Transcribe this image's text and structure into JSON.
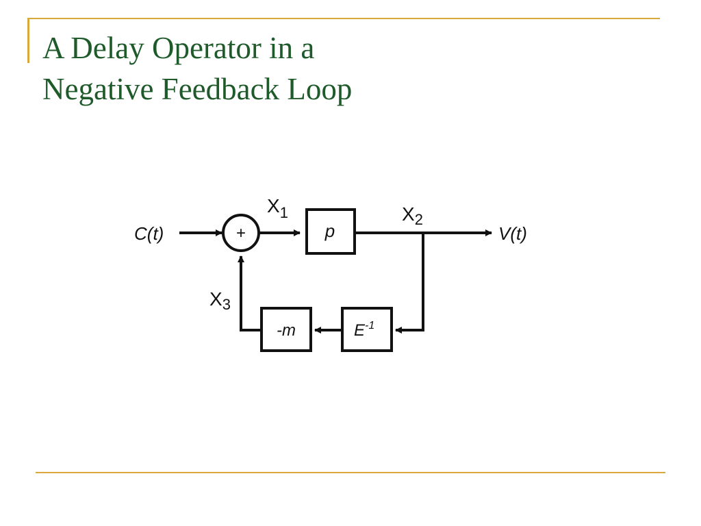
{
  "title": {
    "line1": "A Delay Operator in a",
    "line2": "Negative Feedback Loop"
  },
  "colors": {
    "title": "#1f5a2a",
    "rule": "#d9a73a",
    "diagram": "#111111"
  },
  "diagram": {
    "input": {
      "name": "C",
      "arg": "(t)"
    },
    "output": {
      "name": "V",
      "arg": "(t)"
    },
    "summer": {
      "symbol": "+"
    },
    "blocks": {
      "gain": {
        "text": "p"
      },
      "delay": {
        "text": "E",
        "sup": "-1"
      },
      "feedback": {
        "text": "-m"
      }
    },
    "signals": {
      "x1": {
        "base": "X",
        "sub": "1"
      },
      "x2": {
        "base": "X",
        "sub": "2"
      },
      "x3": {
        "base": "X",
        "sub": "3"
      }
    }
  }
}
